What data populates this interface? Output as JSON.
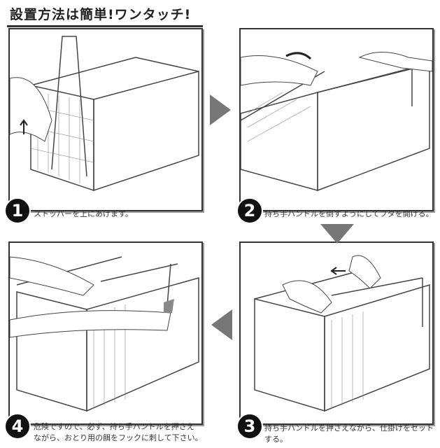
{
  "title": "設置方法は簡単!ワンタッチ!",
  "steps": [
    {
      "number": "1",
      "caption": "ストッパーを上にあげます。"
    },
    {
      "number": "2",
      "caption": "持ち手ハンドルを倒すようにしてフタを開ける。"
    },
    {
      "number": "3",
      "caption": "持ち手ハンドルを押さえながら、仕掛けをセットする。"
    },
    {
      "number": "4",
      "caption_line1": "危険ですので、必ず、持ち手ハンドルを押さえ",
      "caption_line2": "ながら、おとり用の餌をフックに刺して下さい。"
    }
  ],
  "colors": {
    "arrow": "#777777",
    "border": "#333333"
  }
}
